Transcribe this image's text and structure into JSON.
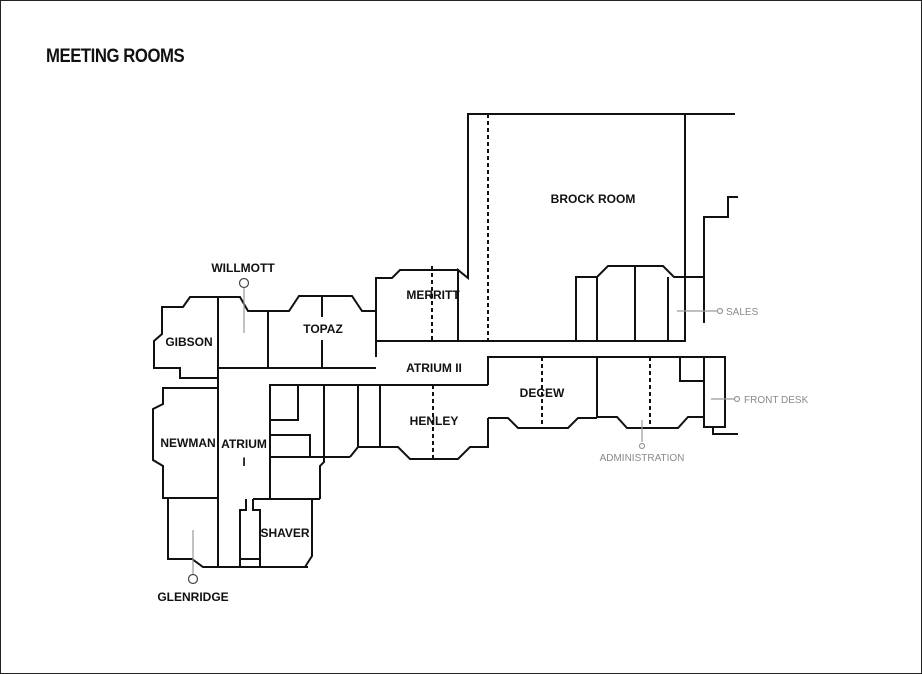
{
  "page": {
    "title": "MEETING ROOMS"
  },
  "rooms": {
    "brock_room": "BROCK ROOM",
    "merritt": "MERRITT",
    "atrium_ii": "ATRIUM II",
    "topaz": "TOPAZ",
    "gibson": "GIBSON",
    "newman": "NEWMAN",
    "atrium_i_line1": "ATRIUM",
    "atrium_i_line2": "I",
    "shaver": "SHAVER",
    "henley": "HENLEY",
    "decew": "DECEW"
  },
  "callouts": {
    "willmott": "WILLMOTT",
    "glenridge": "GLENRIDGE",
    "sales": "SALES",
    "front_desk": "FRONT DESK",
    "administration": "ADMINISTRATION"
  },
  "colors": {
    "wall": "#111111",
    "callout_gray": "#8a8a8a",
    "background": "#ffffff"
  }
}
